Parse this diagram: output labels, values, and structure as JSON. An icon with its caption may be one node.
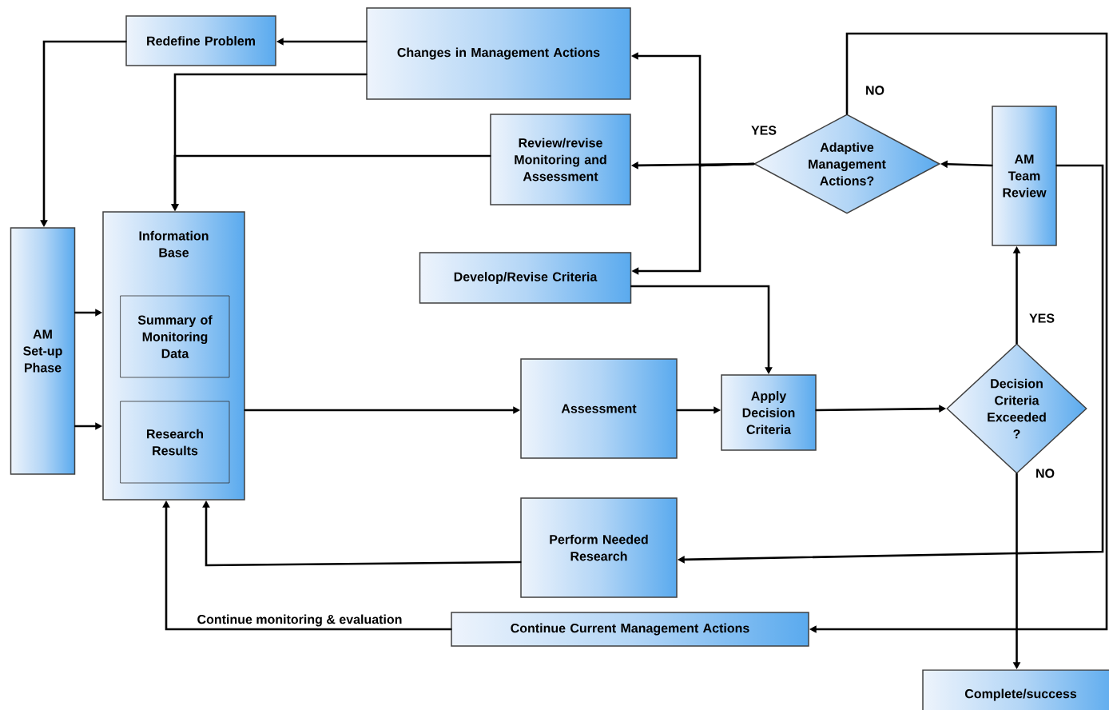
{
  "diagram": {
    "nodes": [
      {
        "text": [
          "Redefine Problem"
        ]
      },
      {
        "text": [
          "Changes in Management Actions"
        ]
      },
      {
        "text": [
          "Review/revise Monitoring and Assessment"
        ]
      },
      {
        "text": [
          "Adaptive Management Actions?"
        ]
      },
      {
        "text": [
          "AM Team Review"
        ]
      },
      {
        "text": [
          "AM Set-up Phase"
        ]
      },
      {
        "text": [
          "Information Base"
        ]
      },
      {
        "text": [
          "Summary of Monitoring Data"
        ],
        "in": 6
      },
      {
        "text": [
          "Research Results"
        ],
        "in": 6
      },
      {
        "text": [
          "Develop/Revise Criteria"
        ]
      },
      {
        "text": [
          "Assessment"
        ]
      },
      {
        "text": [
          "Apply Decision Criteria"
        ]
      },
      {
        "text": [
          "Decision Criteria Exceeded ?"
        ]
      },
      {
        "text": [
          "Perform Needed Research"
        ]
      },
      {
        "text": [
          "Continue Current Management Actions"
        ]
      },
      {
        "text": [
          "Complete/success"
        ]
      }
    ],
    "edges": [
      {
        "from": 1,
        "to": 0,
        "arrow": "to"
      },
      {
        "from": 0,
        "to": 5,
        "arrow": "to"
      },
      {
        "from": 1,
        "to": 6,
        "arrow": "to"
      },
      {
        "from": 2,
        "to": 6,
        "arrow": "to"
      },
      {
        "from": 3,
        "to": 2,
        "arrow": "to",
        "label": "YES"
      },
      {
        "from": 3,
        "to": 1,
        "arrow": "to"
      },
      {
        "from": 3,
        "to": 9,
        "arrow": "to"
      },
      {
        "from": 3,
        "to": 14,
        "arrow": "to",
        "label": "NO"
      },
      {
        "from": 4,
        "to": 3,
        "arrow": "to"
      },
      {
        "from": 4,
        "to": 13,
        "arrow": "to"
      },
      {
        "from": 5,
        "to": 6,
        "arrow": "to"
      },
      {
        "from": 5,
        "to": 6,
        "arrow": "to"
      },
      {
        "from": 6,
        "to": 10,
        "arrow": "to"
      },
      {
        "from": 10,
        "to": 11,
        "arrow": "to"
      },
      {
        "from": 9,
        "to": 11,
        "arrow": "to"
      },
      {
        "from": 11,
        "to": 12,
        "arrow": "to"
      },
      {
        "from": 12,
        "to": 4,
        "arrow": "to",
        "label": "YES"
      },
      {
        "from": 12,
        "to": 15,
        "arrow": "to",
        "label": "NO"
      },
      {
        "from": 13,
        "to": 6,
        "arrow": "to"
      },
      {
        "from": 14,
        "to": 6,
        "arrow": "to",
        "label": "Continue monitoring & evaluation"
      }
    ]
  }
}
